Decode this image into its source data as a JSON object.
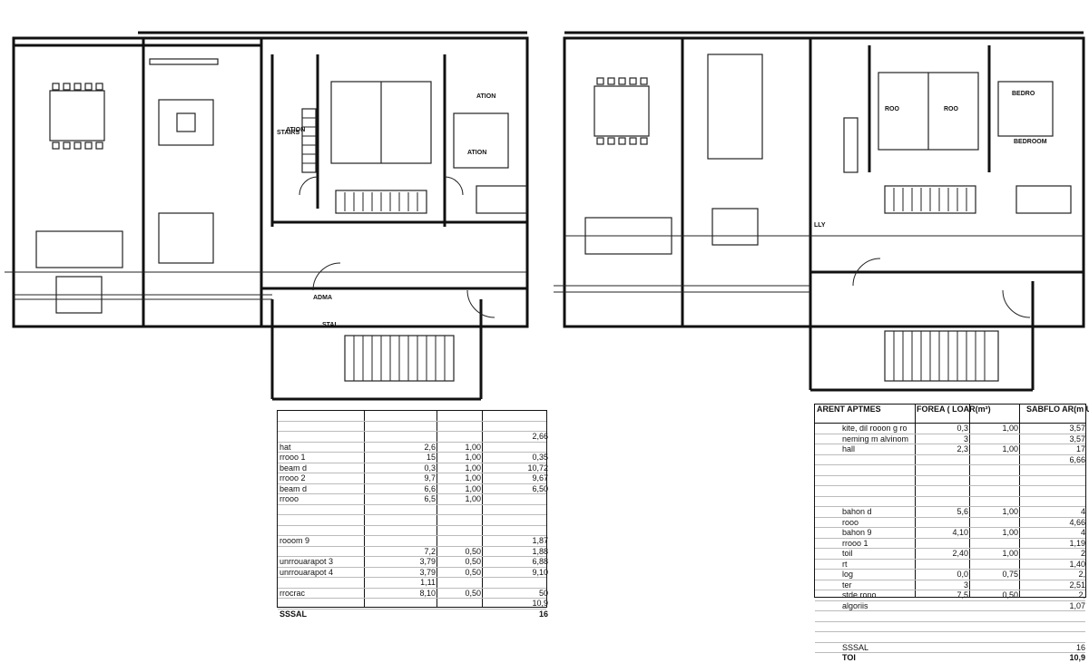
{
  "plan_left": {
    "labels": [
      {
        "id": "stairs",
        "text": "STAIRS"
      },
      {
        "id": "living",
        "text": "ADMA"
      },
      {
        "id": "bedroom1",
        "text": "ATION"
      },
      {
        "id": "bedroom2",
        "text": "ATION"
      },
      {
        "id": "bath",
        "text": "ATION"
      },
      {
        "id": "stair-label",
        "text": "STAI"
      }
    ]
  },
  "plan_right": {
    "labels": [
      {
        "id": "room-a",
        "text": "ROO"
      },
      {
        "id": "room-b",
        "text": "ROO"
      },
      {
        "id": "room-c",
        "text": "BEDROOM"
      },
      {
        "id": "room-d",
        "text": "BEDRO"
      },
      {
        "id": "hall",
        "text": "LLY"
      }
    ]
  },
  "table_left": {
    "rows": [
      {
        "name": "",
        "area": "",
        "coef": "",
        "total": ""
      },
      {
        "name": "",
        "area": "",
        "coef": "",
        "total": ""
      },
      {
        "name": "",
        "area": "",
        "coef": "",
        "total": "2,66"
      },
      {
        "name": "hat",
        "area": "2,6",
        "coef": "1,00",
        "total": ""
      },
      {
        "name": "rrooo 1",
        "area": "15",
        "coef": "1,00",
        "total": "0,35"
      },
      {
        "name": "beam d",
        "area": "0,3",
        "coef": "1,00",
        "total": "10,72"
      },
      {
        "name": "rrooo 2",
        "area": "9,7",
        "coef": "1,00",
        "total": "9,67"
      },
      {
        "name": "beam d",
        "area": "6,6",
        "coef": "1,00",
        "total": "6,50"
      },
      {
        "name": "rrooo",
        "area": "6,5",
        "coef": "1,00",
        "total": ""
      },
      {
        "name": "",
        "area": "",
        "coef": "",
        "total": ""
      },
      {
        "name": "",
        "area": "",
        "coef": "",
        "total": ""
      },
      {
        "name": "",
        "area": "",
        "coef": "",
        "total": ""
      },
      {
        "name": "rooom 9",
        "area": "",
        "coef": "",
        "total": "1,87"
      },
      {
        "name": "",
        "area": "7,2",
        "coef": "0,50",
        "total": "1,88"
      },
      {
        "name": "unrrouarapot 3",
        "area": "3,79",
        "coef": "0,50",
        "total": "6,88"
      },
      {
        "name": "unrrouarapot 4",
        "area": "3,79",
        "coef": "0,50",
        "total": "9,10"
      },
      {
        "name": "",
        "area": "1,11",
        "coef": "",
        "total": ""
      },
      {
        "name": "rrocrac",
        "area": "8,10",
        "coef": "0,50",
        "total": "50"
      },
      {
        "name": "",
        "area": "",
        "coef": "",
        "total": "10,9"
      },
      {
        "name": "SSSAL",
        "area": "",
        "coef": "",
        "total": "16"
      }
    ]
  },
  "table_right": {
    "header": {
      "col1": "ARENT\nAPTMES",
      "col2": "FOREA (\nLOAR(m²)",
      "col3": "",
      "col4": "SABFLO AR(m\nUILE (OREA )"
    },
    "rows": [
      {
        "name": "kite, dil rooon g ro",
        "area": "0,3",
        "coef": "1,00",
        "total": "3,57"
      },
      {
        "name": "neming m alvinom",
        "area": "3",
        "coef": "",
        "total": "3,57"
      },
      {
        "name": "hall",
        "area": "2,3",
        "coef": "1,00",
        "total": "17"
      },
      {
        "name": "",
        "area": "",
        "coef": "",
        "total": "6,66"
      },
      {
        "name": "",
        "area": "",
        "coef": "",
        "total": ""
      },
      {
        "name": "",
        "area": "",
        "coef": "",
        "total": ""
      },
      {
        "name": "",
        "area": "",
        "coef": "",
        "total": ""
      },
      {
        "name": "",
        "area": "",
        "coef": "",
        "total": ""
      },
      {
        "name": "bahon d",
        "area": "5,6",
        "coef": "1,00",
        "total": "4"
      },
      {
        "name": "rooo",
        "area": "",
        "coef": "",
        "total": "4,66"
      },
      {
        "name": "bahon 9",
        "area": "4,10",
        "coef": "1,00",
        "total": "4"
      },
      {
        "name": "rrooo 1",
        "area": "",
        "coef": "",
        "total": "1,19"
      },
      {
        "name": "toil",
        "area": "2,40",
        "coef": "1,00",
        "total": "2"
      },
      {
        "name": "rt",
        "area": "",
        "coef": "",
        "total": "1,40"
      },
      {
        "name": "log",
        "area": "0,0",
        "coef": "0,75",
        "total": "2,"
      },
      {
        "name": "ter",
        "area": "3",
        "coef": "",
        "total": "2,51"
      },
      {
        "name": "stde rono",
        "area": "7,5",
        "coef": "0,50",
        "total": "2,"
      },
      {
        "name": "algoriis",
        "area": "",
        "coef": "",
        "total": "1,07"
      },
      {
        "name": "",
        "area": "",
        "coef": "",
        "total": ""
      },
      {
        "name": "",
        "area": "",
        "coef": "",
        "total": ""
      },
      {
        "name": "",
        "area": "",
        "coef": "",
        "total": ""
      },
      {
        "name": "SSSAL",
        "area": "",
        "coef": "",
        "total": "16"
      },
      {
        "name": "TOI",
        "area": "",
        "coef": "",
        "total": "10,9"
      }
    ]
  }
}
